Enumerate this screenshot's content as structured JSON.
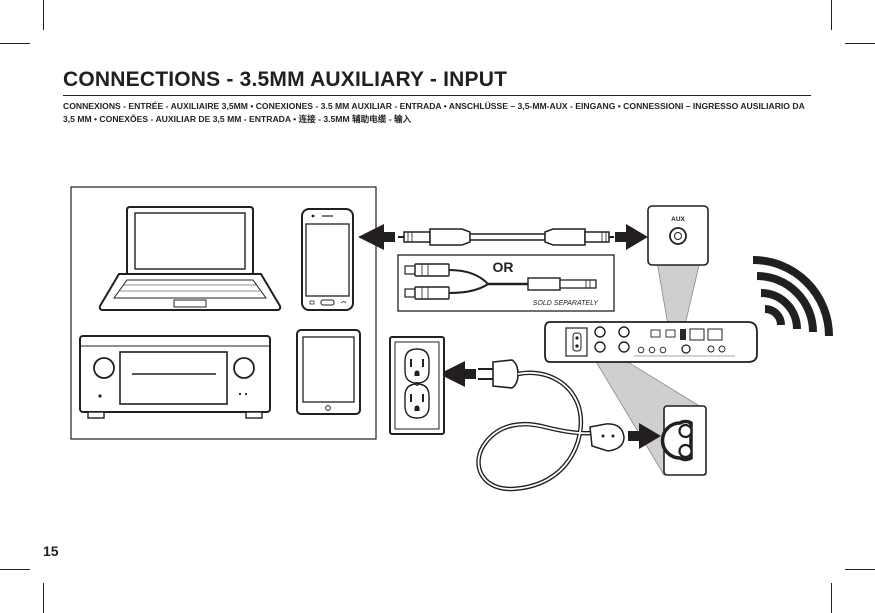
{
  "page": {
    "title": "CONNECTIONS - 3.5MM AUXILIARY - INPUT",
    "subtitle": "CONNEXIONS - ENTRÉE - AUXILIAIRE 3,5MM • CONEXIONES - 3.5 MM AUXILIAR - ENTRADA • ANSCHLÜSSE – 3,5-MM-AUX - EINGANG • CONNESSIONI – INGRESSO AUSILIARIO DA 3,5 MM • CONEXÕES - AUXILIAR DE 3,5 MM - ENTRADA • 连接 - 3.5MM 辅助电缆 - 输入",
    "page_number": "15"
  },
  "diagram": {
    "or_label": "OR",
    "sold_separately": "SOLD SEPARATELY",
    "aux_port_label": "AUX"
  },
  "colors": {
    "ink": "#231f20",
    "callout_gray": "#cfcfcf",
    "callout_stroke": "#8a8a8a",
    "device_fill": "#ffffff",
    "port_dark": "#2b2b2b"
  },
  "icons": {
    "laptop": "laptop-icon",
    "phone": "smartphone-icon",
    "tablet": "tablet-icon",
    "receiver": "av-receiver-icon",
    "outlet": "wall-outlet-icon",
    "power_cord": "power-cord-icon",
    "wifi": "wireless-signal-icon",
    "speaker_hub": "speaker-hub-icon"
  }
}
